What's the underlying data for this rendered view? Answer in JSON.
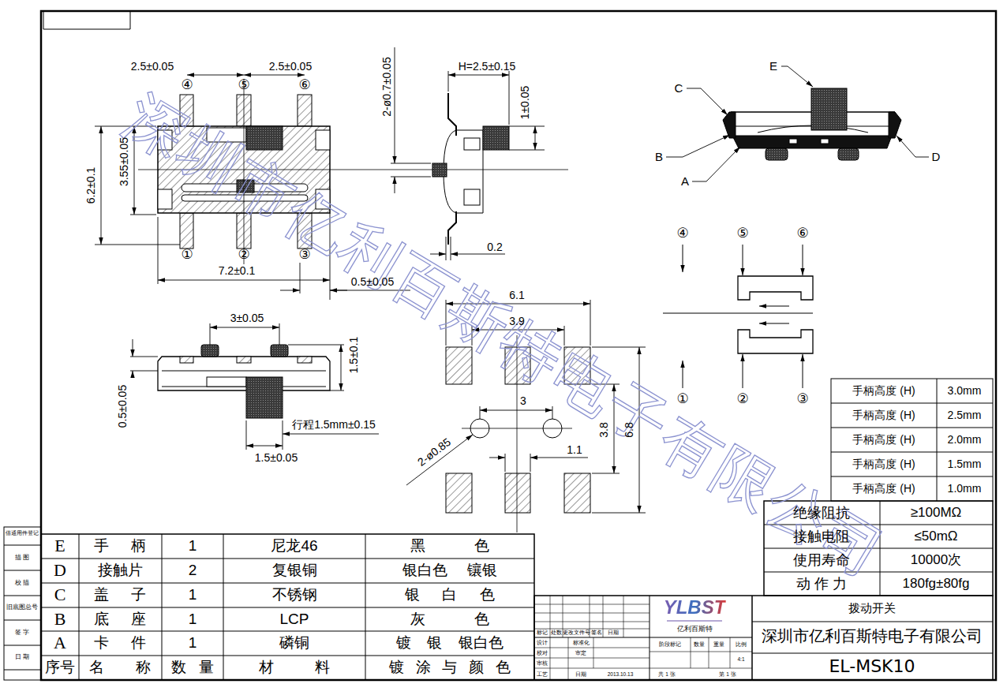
{
  "diagram": {
    "labels": [
      "2.5±0.05",
      "2.5±0.05",
      "④",
      "⑤",
      "⑥",
      "6.2±0.1",
      "3.55±0.05",
      "①",
      "②",
      "③",
      "7.2±0.1",
      "0.5±0.05",
      "2-ø0.7±0.05",
      "H=2.5±0.15",
      "1±0.05",
      "0.2",
      "3±0.05",
      "1.5±0.1",
      "0.5±0.05",
      "行程1.5mm±0.15",
      "1.5±0.05",
      "6.1",
      "3.9",
      "3",
      "2-ø0.85",
      "1.1",
      "3.8",
      "6.8",
      "E",
      "C",
      "B",
      "D",
      "A",
      "④",
      "⑤",
      "⑥",
      "①",
      "②",
      "③",
      "手柄高度 (H)",
      "3.0mm",
      "手柄高度 (H)",
      "2.5mm",
      "手柄高度 (H)",
      "2.0mm",
      "手柄高度 (H)",
      "1.5mm",
      "手柄高度 (H)",
      "1.0mm",
      "绝缘阻抗",
      "≥100MΩ",
      "接触电阻",
      "≤50mΩ",
      "使用寿命",
      "10000次",
      "动 作 力",
      "180fg±80fg",
      "E",
      "手 柄",
      "1",
      "尼龙46",
      "黑 色",
      "D",
      "接触片",
      "2",
      "复银铜",
      "银白色 镶银",
      "C",
      "盖 子",
      "1",
      "不锈钢",
      "银 白 色",
      "B",
      "底 座",
      "1",
      "LCP",
      "灰 色",
      "A",
      "卡 件",
      "1",
      "磷铜",
      "镀 银 银白色",
      "序号",
      "名 称",
      "数 量",
      "材 料",
      "镀 涂 与 颜 色",
      "借通用件登记",
      "描 图",
      "校 描",
      "旧底图总号",
      "签 字",
      "日 期",
      "标记",
      "处数",
      "更改文件号",
      "签名",
      "日期",
      "设计",
      "标准化",
      "校对",
      "审定",
      "审核",
      "工艺",
      "日期",
      "2013.10.13",
      "阶段标记",
      "数量",
      "重量",
      "比例",
      "4:1",
      "共 1 张",
      "第 1 张",
      "YLBST",
      "亿利百斯特",
      "拨动开关",
      "深圳市亿利百斯特电子有限公司",
      "EL-MSK10",
      "深圳市亿利百斯特电子有限公司"
    ]
  }
}
